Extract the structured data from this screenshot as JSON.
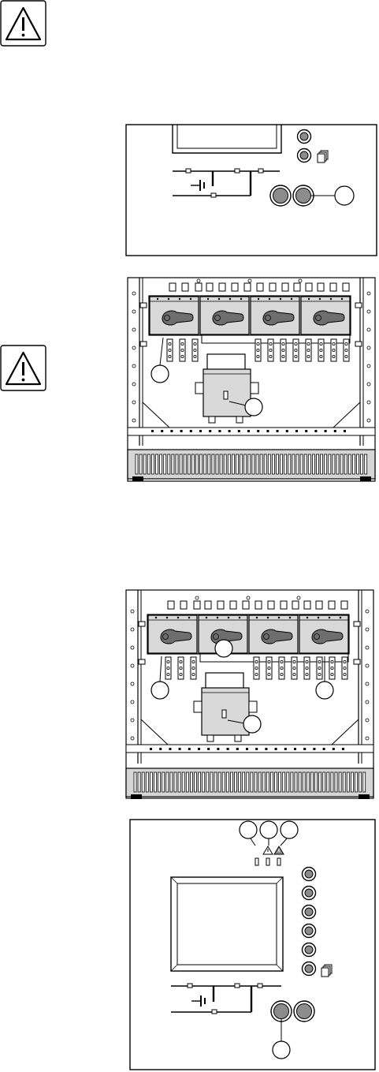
{
  "figures": {
    "panel_top": {
      "name": "ups-front-panel-top"
    },
    "cabinet_a": {
      "name": "ups-cabinet-switches-a",
      "switch_count": 4
    },
    "cabinet_b": {
      "name": "ups-cabinet-switches-b",
      "switch_count": 4
    },
    "panel_bottom": {
      "name": "ups-front-panel-bottom",
      "led_count": 6
    }
  },
  "callouts": {
    "panel_top": [
      ""
    ],
    "cabinet_a": [
      "",
      ""
    ],
    "cabinet_b": [
      "",
      "",
      "",
      ""
    ],
    "panel_bottom": [
      "",
      "",
      "",
      ""
    ]
  },
  "icons": {
    "warning_1": "warning-triangle-icon",
    "warning_2": "warning-triangle-icon",
    "battery_symbol": "battery-symbol-icon",
    "copy_symbol": "copy-pages-icon"
  },
  "colors": {
    "line": "#000000",
    "panel_fill": "#ffffff",
    "handle_gray": "#6e6e6e",
    "button_gray": "#8c8c8c",
    "switch_face": "#d9d9d9",
    "vent_fill": "#d6d6d6"
  }
}
